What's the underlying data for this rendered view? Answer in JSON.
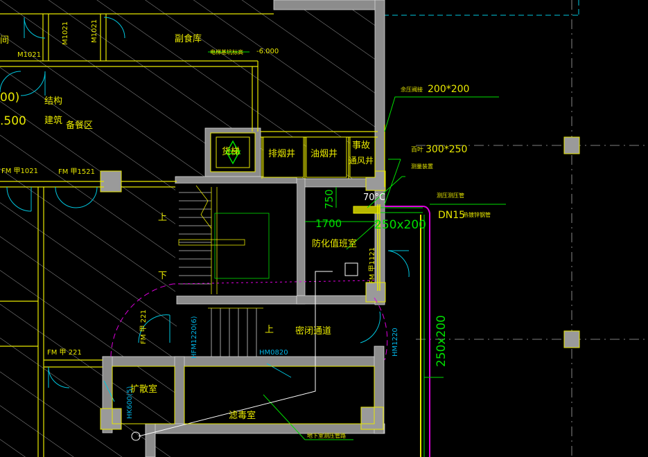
{
  "colors": {
    "background": "#000000",
    "wall_fill": "#8c8c8c",
    "wall_line": "#d8d8d8",
    "yellow": "#e8e800",
    "green": "#00e000",
    "cyan": "#00c8e0",
    "white": "#ffffff",
    "magenta": "#e000e0",
    "blue_text": "#00b4e6",
    "hatch": "#bcbcbc"
  },
  "labels": {
    "room_left_edge": "间",
    "door_m1021_a": "M1021",
    "door_m1021_b": "M1021",
    "door_m1021_c": "M1021",
    "fuel_storage": "副食库",
    "elevator_elev_note": "电梯基坑标高",
    "elevator_elev_value": "-6.000",
    "partial_paren": "00)",
    "partial_elev": ".500",
    "structure": "结构",
    "architecture": "建筑",
    "prep_area": "备餐区",
    "elevator": "货梯",
    "smoke_shaft": "排烟井",
    "oil_smoke_shaft": "油烟井",
    "accident_shaft_1": "事故",
    "accident_shaft_2": "通风井",
    "door_fm1021": "FM 甲1021",
    "door_fm1521": "FM 甲1521",
    "door_fm221_a": "FM 甲 221",
    "door_fm221_b": "FM 甲 221",
    "door_fm1121": "FM 甲1121",
    "stair_up_1": "上",
    "stair_down": "下",
    "stair_up_2": "上",
    "dim_750": "750",
    "dim_1700": "1700",
    "fire_damper": "70°C",
    "duty_room": "防化值班室",
    "airtight_corridor": "密闭通道",
    "door_hfm1220_6": "HFM1220(6)",
    "door_hm0820": "HM0820",
    "door_hm1220": "HM1220",
    "expansion_room": "扩散室",
    "door_hk600": "HK600(5)",
    "filter_room": "滤毒室",
    "sampling_note": "地下室测压管路",
    "annot_smoke_vent": "余压阀接",
    "annot_smoke_vent_size": "200*200",
    "annot_shutter": "百叶",
    "annot_shutter_size": "300*250",
    "annot_measure": "测量装置",
    "annot_pressure_pipe": "测压测压管",
    "annot_dn15": "DN15",
    "annot_dn15_note": "热镀锌钢管",
    "duct_h": "250x200",
    "duct_v": "250x200"
  }
}
